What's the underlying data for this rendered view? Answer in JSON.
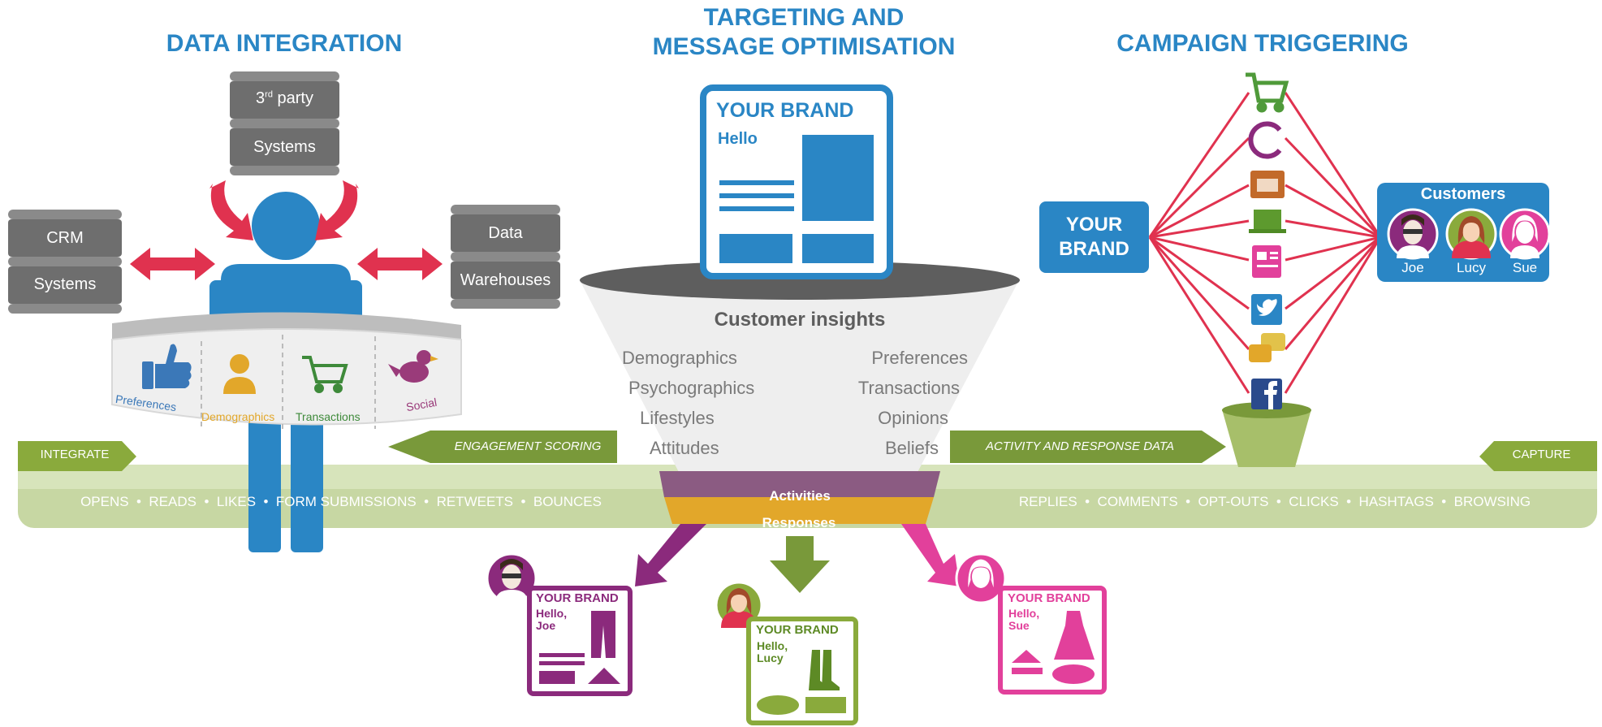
{
  "sections": {
    "data_integration": "DATA INTEGRATION",
    "targeting_line1": "TARGETING AND",
    "targeting_line2": "MESSAGE OPTIMISATION",
    "campaign": "CAMPAIGN TRIGGERING"
  },
  "databases": {
    "third_party_a": "3",
    "third_party_sup": "rd",
    "third_party_b": " party",
    "systems": "Systems",
    "crm": "CRM",
    "crm_systems": "Systems",
    "data": "Data",
    "warehouses": "Warehouses"
  },
  "belt": {
    "preferences": "Preferences",
    "demographics": "Demographics",
    "transactions": "Transactions",
    "social": "Social"
  },
  "email_template": {
    "brand": "YOUR BRAND",
    "greeting": "Hello"
  },
  "funnel": {
    "title": "Customer insights",
    "left": [
      "Demographics",
      "Psychographics",
      "Lifestyles",
      "Attitudes"
    ],
    "right": [
      "Preferences",
      "Transactions",
      "Opinions",
      "Beliefs"
    ],
    "activities": "Activities",
    "responses": "Responses"
  },
  "band": {
    "integrate": "INTEGRATE",
    "capture": "CAPTURE",
    "engagement": "ENGAGEMENT SCORING",
    "activity": "ACTIVITY AND RESPONSE DATA",
    "left_items": "OPENS  •  READS  •  LIKES  •  FORM SUBMISSIONS  •  RETWEETS  •  BOUNCES",
    "right_items": "REPLIES  •  COMMENTS  •  OPT-OUTS  •  CLICKS  •  HASHTAGS  •  BROWSING"
  },
  "campaign": {
    "brand_line1": "YOUR",
    "brand_line2": "BRAND",
    "customers": "Customers",
    "names": [
      "Joe",
      "Lucy",
      "Sue"
    ]
  },
  "outputs": {
    "brand": "YOUR BRAND",
    "joe_greeting_1": "Hello,",
    "joe_greeting_2": "Joe",
    "lucy_greeting_1": "Hello,",
    "lucy_greeting_2": "Lucy",
    "sue_greeting_1": "Hello,",
    "sue_greeting_2": "Sue"
  },
  "colors": {
    "blue": "#2a86c5",
    "green": "#8aaa3c",
    "purple": "#8b2a7c",
    "pink": "#e2409b",
    "red": "#e0324f",
    "grey": "#6e6e6e"
  },
  "icons": [
    "cart-icon",
    "headset-icon",
    "mail-icon",
    "laptop-icon",
    "newspaper-icon",
    "twitter-icon",
    "chat-icon",
    "facebook-icon"
  ]
}
